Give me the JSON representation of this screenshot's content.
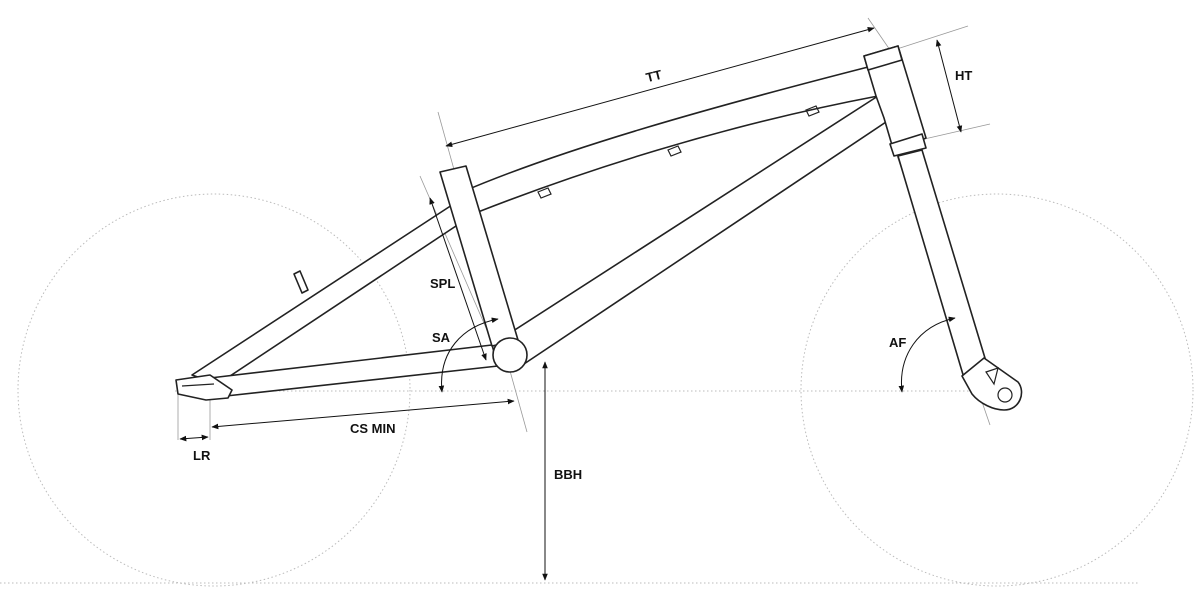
{
  "labels": {
    "tt": "TT",
    "ht": "HT",
    "spl": "SPL",
    "sa": "SA",
    "af": "AF",
    "cs_min": "CS MIN",
    "lr": "LR",
    "bbh": "BBH"
  },
  "colors": {
    "frame_stroke": "#222222",
    "guide_stroke": "#bbbbbb",
    "dimension_stroke": "#111111"
  }
}
